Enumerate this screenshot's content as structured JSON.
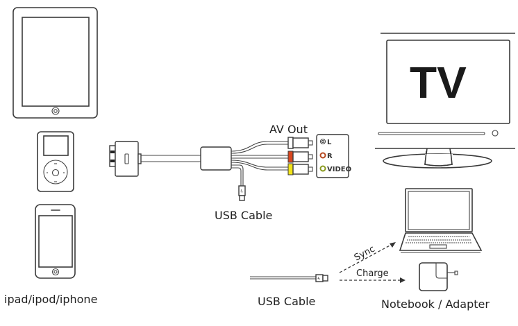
{
  "diagram": {
    "devices_label": "ipad/ipod/iphone",
    "av_out_label": "AV Out",
    "usb_cable_top_label": "USB Cable",
    "usb_cable_bottom_label": "USB Cable",
    "tv_label": "TV",
    "av_ports": [
      {
        "label": "L",
        "color": "#ffffff"
      },
      {
        "label": "R",
        "color": "#d9471f"
      },
      {
        "label": "VIDEO",
        "color": "#f2e318"
      }
    ],
    "sync_label": "Sync",
    "charge_label": "Charge",
    "notebook_adapter_label": "Notebook / Adapter",
    "colors": {
      "line": "#3a3a3a",
      "red_plug": "#d9471f",
      "yellow_plug": "#f2e318"
    }
  }
}
